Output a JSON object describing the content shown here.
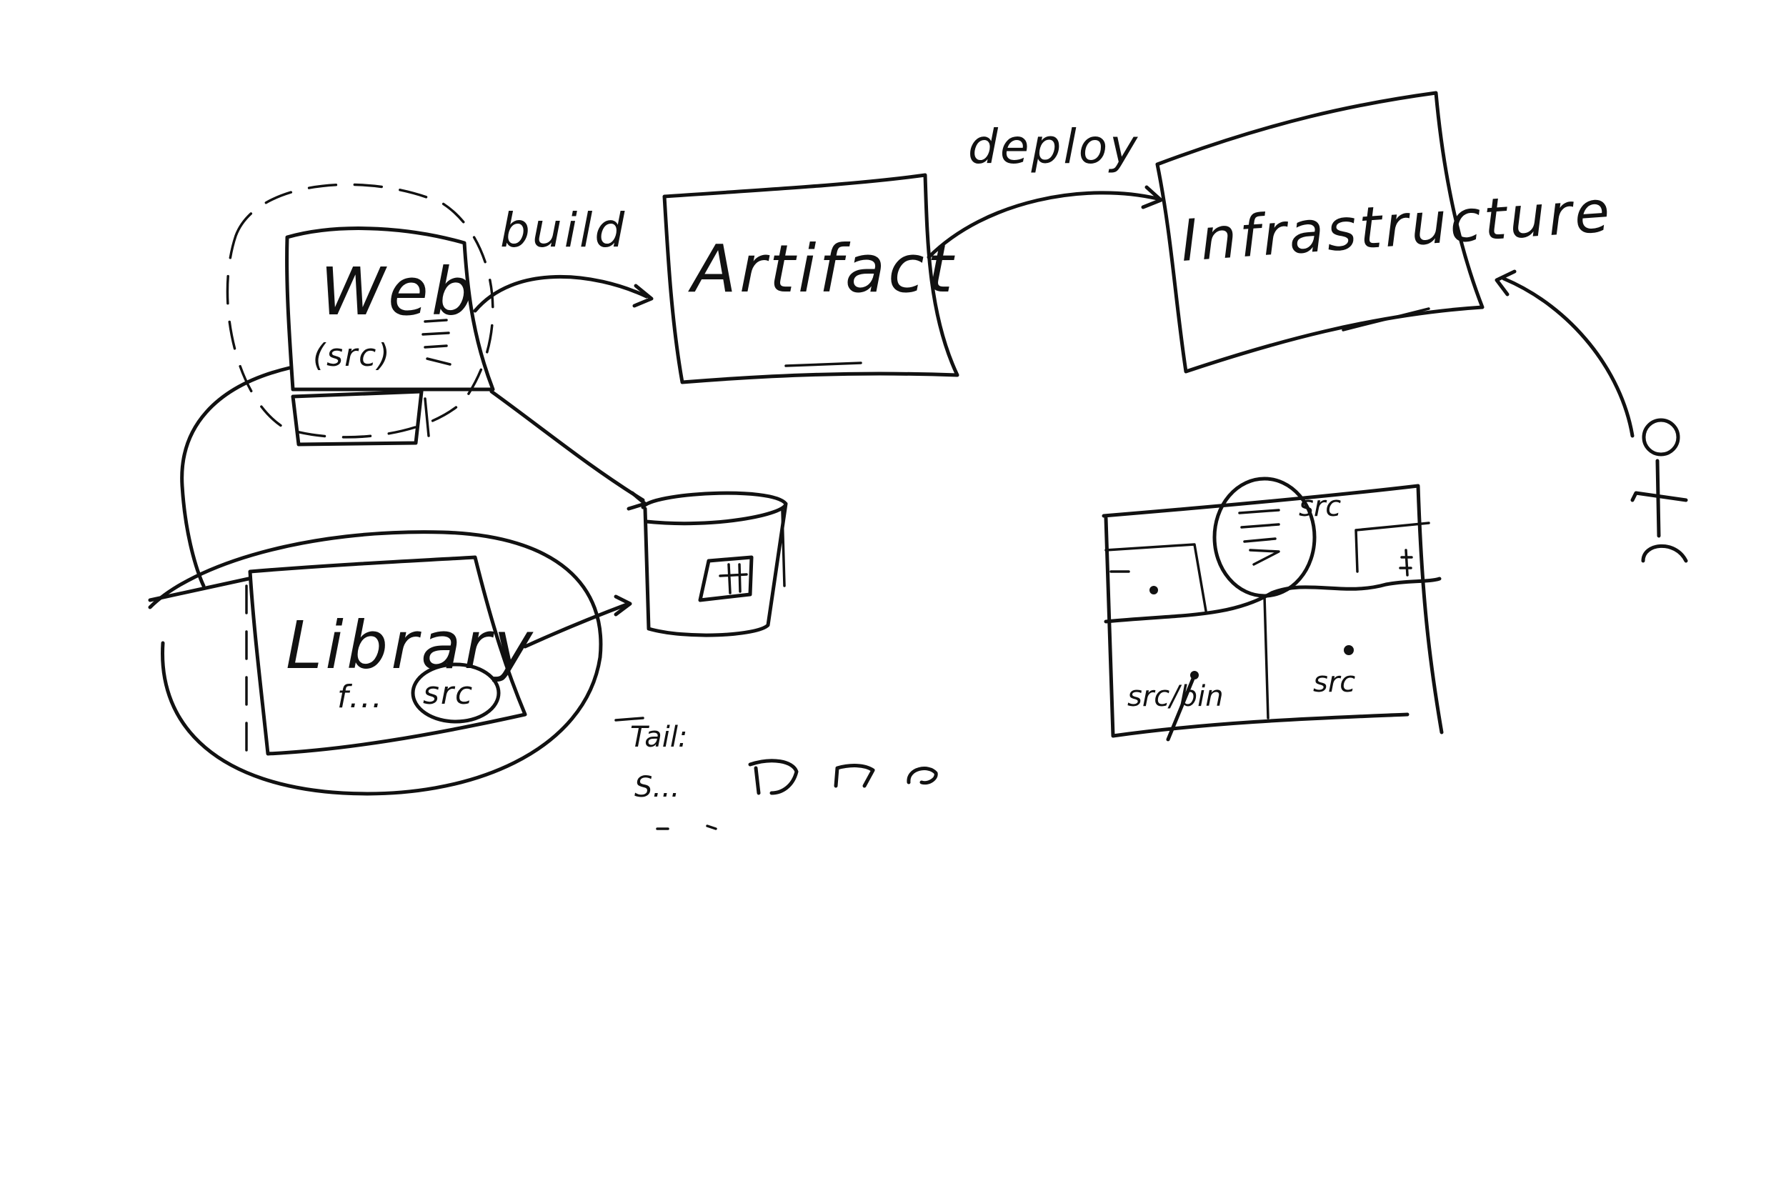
{
  "diagram": {
    "nodes": {
      "web": {
        "label": "Web",
        "sublabel": "(src)"
      },
      "artifact": {
        "label": "Artifact"
      },
      "infrastructure": {
        "label": "Infrastructure"
      },
      "library": {
        "label": "Library",
        "sublabel": "f...",
        "badge": "src"
      }
    },
    "edges": {
      "build": {
        "label": "build"
      },
      "deploy": {
        "label": "deploy"
      }
    },
    "layout_panels": {
      "top_center": "src",
      "bottom_left": "src/bin",
      "bottom_right": "src"
    },
    "notes": {
      "line1": "Tail:",
      "line2": "S..."
    }
  }
}
